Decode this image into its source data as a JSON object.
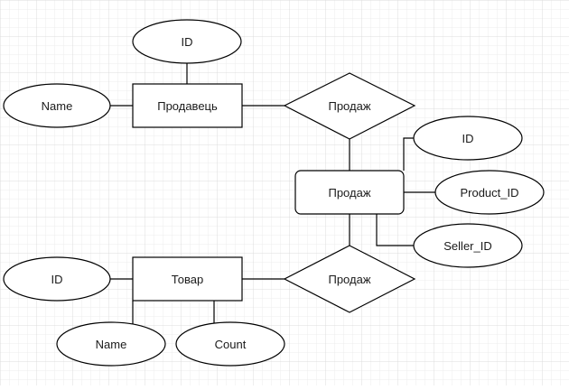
{
  "diagram": {
    "entities": {
      "seller": "Продавець",
      "sale": "Продаж",
      "product": "Товар"
    },
    "relationships": {
      "seller_sale": "Продаж",
      "product_sale": "Продаж"
    },
    "attributes": {
      "seller_id": "ID",
      "seller_name": "Name",
      "sale_id": "ID",
      "sale_product_id": "Product_ID",
      "sale_seller_id": "Seller_ID",
      "product_id": "ID",
      "product_name": "Name",
      "product_count": "Count"
    }
  }
}
